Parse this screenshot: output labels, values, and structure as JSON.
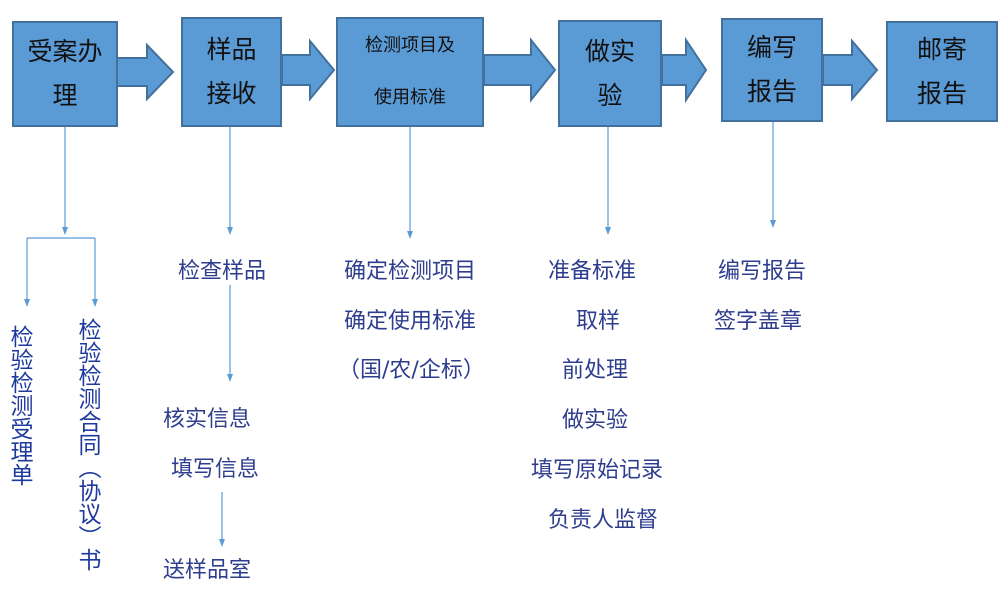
{
  "steps": [
    {
      "line1": "受案办",
      "line2": "理"
    },
    {
      "line1": "样品",
      "line2": "接收"
    },
    {
      "line1": "检测项目及",
      "line2": "使用标准"
    },
    {
      "line1": "做实",
      "line2": "验"
    },
    {
      "line1": "编写",
      "line2": "报告"
    },
    {
      "line1": "邮寄",
      "line2": "报告"
    }
  ],
  "branch_1": {
    "doc_a": "检验检测受理单",
    "doc_b": "检验检测合同（协议）书"
  },
  "branch_2": {
    "check_sample": "检查样品",
    "verify_info": "核实信息",
    "fill_info": "填写信息",
    "send_room": "送样品室"
  },
  "branch_3": {
    "items": [
      "确定检测项目",
      "确定使用标准",
      "（国/农/企标）"
    ]
  },
  "branch_4": {
    "items": [
      "准备标准",
      "取样",
      "前处理",
      "做实验",
      "填写原始记录",
      "负责人监督"
    ]
  },
  "branch_5": {
    "items": [
      "编写报告",
      "签字盖章"
    ]
  },
  "colors": {
    "box_fill": "#5b9bd5",
    "box_border": "#41719c",
    "arrow_fill": "#5b9bd5",
    "line": "#5b9bd5",
    "text_blue": "#2e3d8e"
  }
}
